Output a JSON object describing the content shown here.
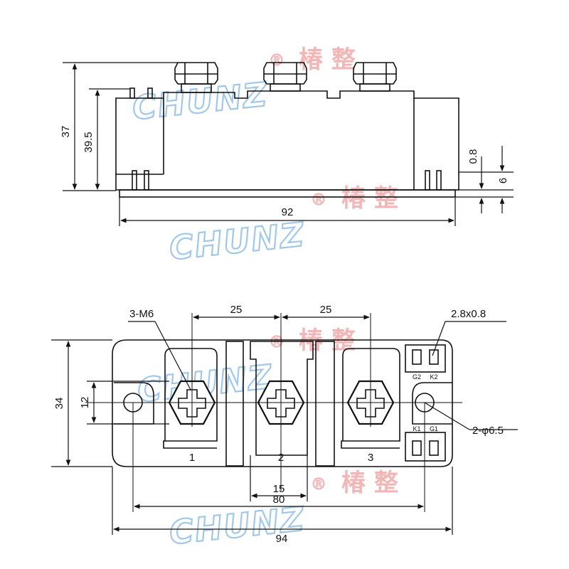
{
  "side_view": {
    "dim_total_height": "37",
    "dim_body_height": "39.5",
    "dim_length": "92",
    "dim_plate": "0.8",
    "dim_base": "6"
  },
  "top_view": {
    "label_screws": "3-M6",
    "dim_pitch_a": "25",
    "dim_pitch_b": "25",
    "dim_tab": "2.8x0.8",
    "dim_width": "34",
    "dim_center": "12",
    "label_holes": "2-φ6.5",
    "terminal_1": "1",
    "terminal_2": "2",
    "terminal_3": "3",
    "pin_g2": "G2",
    "pin_k2": "K2",
    "pin_k1": "K1",
    "pin_g1": "G1",
    "dim_15": "15",
    "dim_80": "80",
    "dim_94": "94"
  },
  "watermark": {
    "brand": "CHUNZ",
    "registered": "®",
    "chinese": "椿 整"
  },
  "colors": {
    "line": "#111111",
    "watermark_blue": "#9cc6ea",
    "watermark_red": "#f2b3b3"
  }
}
